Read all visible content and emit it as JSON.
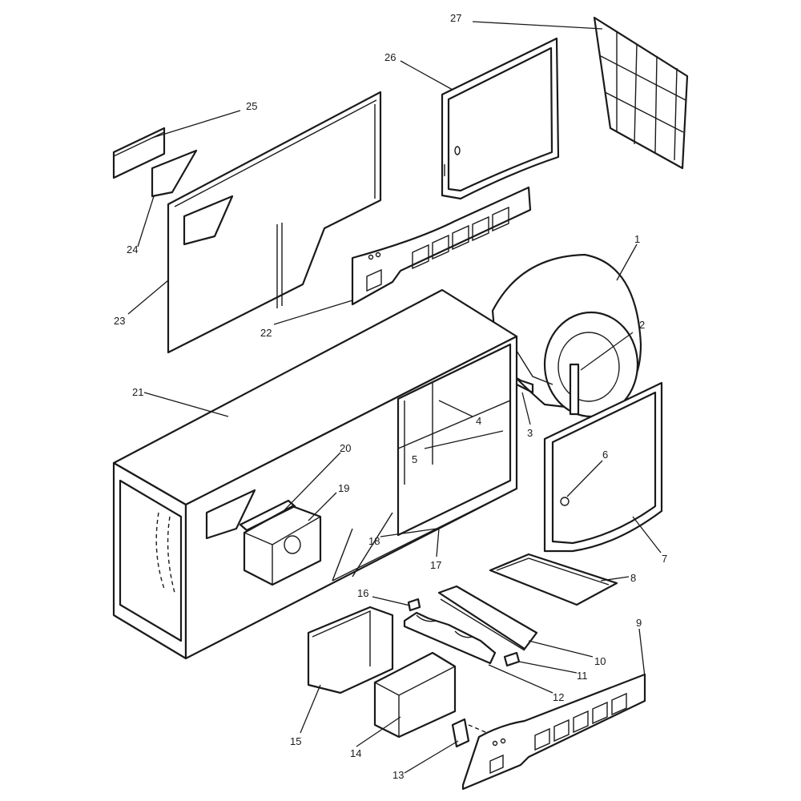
{
  "callouts": [
    {
      "id": "1",
      "label": "1"
    },
    {
      "id": "2",
      "label": "2"
    },
    {
      "id": "3",
      "label": "3"
    },
    {
      "id": "4",
      "label": "4"
    },
    {
      "id": "5",
      "label": "5"
    },
    {
      "id": "6",
      "label": "6"
    },
    {
      "id": "7",
      "label": "7"
    },
    {
      "id": "8",
      "label": "8"
    },
    {
      "id": "9",
      "label": "9"
    },
    {
      "id": "10",
      "label": "10"
    },
    {
      "id": "11",
      "label": "11"
    },
    {
      "id": "12",
      "label": "12"
    },
    {
      "id": "13",
      "label": "13"
    },
    {
      "id": "14",
      "label": "14"
    },
    {
      "id": "15",
      "label": "15"
    },
    {
      "id": "16",
      "label": "16"
    },
    {
      "id": "17",
      "label": "17"
    },
    {
      "id": "18",
      "label": "18"
    },
    {
      "id": "19",
      "label": "19"
    },
    {
      "id": "20",
      "label": "20"
    },
    {
      "id": "21",
      "label": "21"
    },
    {
      "id": "22",
      "label": "22"
    },
    {
      "id": "23",
      "label": "23"
    },
    {
      "id": "24",
      "label": "24"
    },
    {
      "id": "25",
      "label": "25"
    },
    {
      "id": "26",
      "label": "26"
    },
    {
      "id": "27",
      "label": "27"
    }
  ],
  "colors": {
    "ink": "#1a1a1a",
    "paper": "#ffffff"
  }
}
